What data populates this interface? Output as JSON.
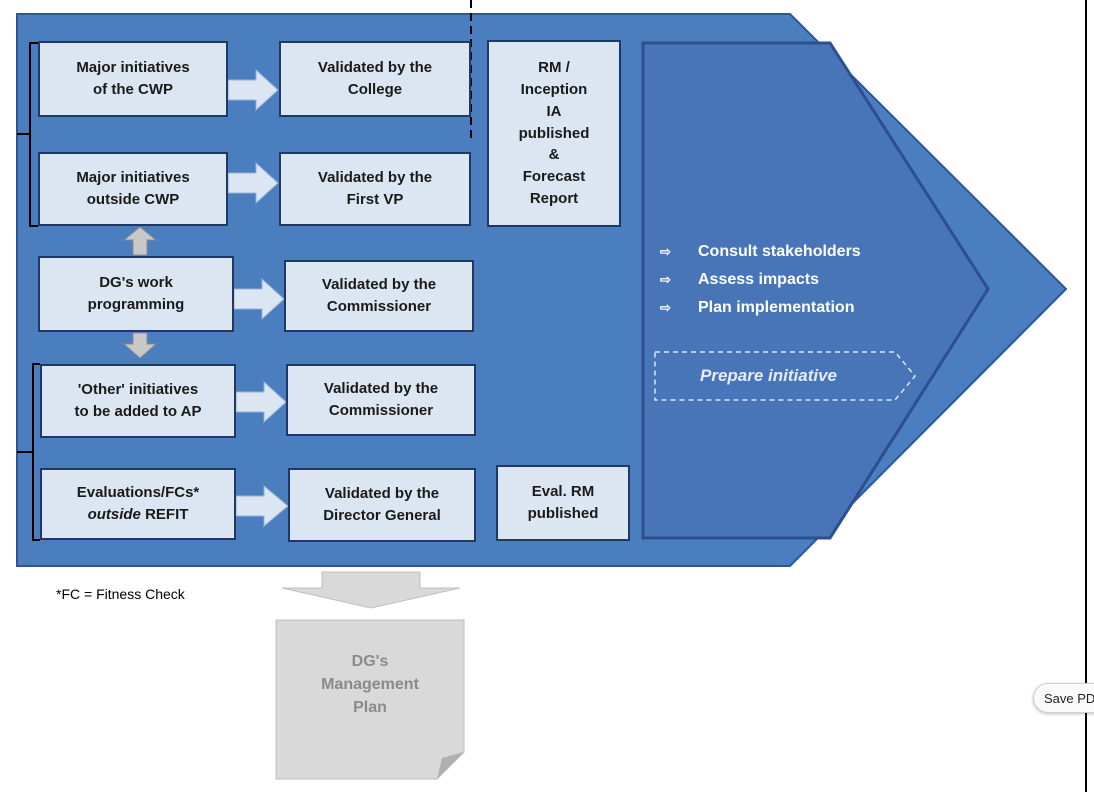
{
  "diagram": {
    "left_boxes": [
      {
        "lines": [
          "Major initiatives",
          "of the CWP"
        ]
      },
      {
        "lines": [
          "Major initiatives",
          "outside CWP"
        ]
      },
      {
        "lines": [
          "DG's work",
          "programming"
        ]
      },
      {
        "lines": [
          "'Other' initiatives",
          "to be added to AP"
        ]
      },
      {
        "lines_a": "Evaluations/FCs*",
        "lines_b_italic": "outside",
        "lines_b_rest": " REFIT"
      }
    ],
    "validation_boxes": [
      {
        "lines": [
          "Validated by the",
          "College"
        ]
      },
      {
        "lines": [
          "Validated by the",
          "First VP"
        ]
      },
      {
        "lines": [
          "Validated by the",
          "Commissioner"
        ]
      },
      {
        "lines": [
          "Validated by the",
          "Commissioner"
        ]
      },
      {
        "lines": [
          "Validated by the",
          "Director General"
        ]
      }
    ],
    "rm_box": {
      "lines": [
        "RM /",
        "Inception",
        "IA",
        "published",
        "&",
        "Forecast",
        "Report"
      ]
    },
    "eval_rm_box": {
      "lines": [
        "Eval. RM",
        "published"
      ]
    },
    "steps": [
      "Consult stakeholders",
      "Assess impacts",
      "Plan implementation"
    ],
    "step_arrow_glyph": "⇨",
    "prepare_label": "Prepare initiative",
    "footnote": "*FC = Fitness Check",
    "management_plan": {
      "lines": [
        "DG's",
        "Management",
        "Plan"
      ]
    },
    "colors": {
      "panel": "#4a7ebf",
      "panel_border": "#2f5597",
      "box_fill": "#dce6f2",
      "box_border": "#1f3864",
      "connector": "#dce6f2",
      "gray_shape": "#d9d9d9"
    }
  },
  "ui": {
    "save_button_label": "Save PDF"
  }
}
